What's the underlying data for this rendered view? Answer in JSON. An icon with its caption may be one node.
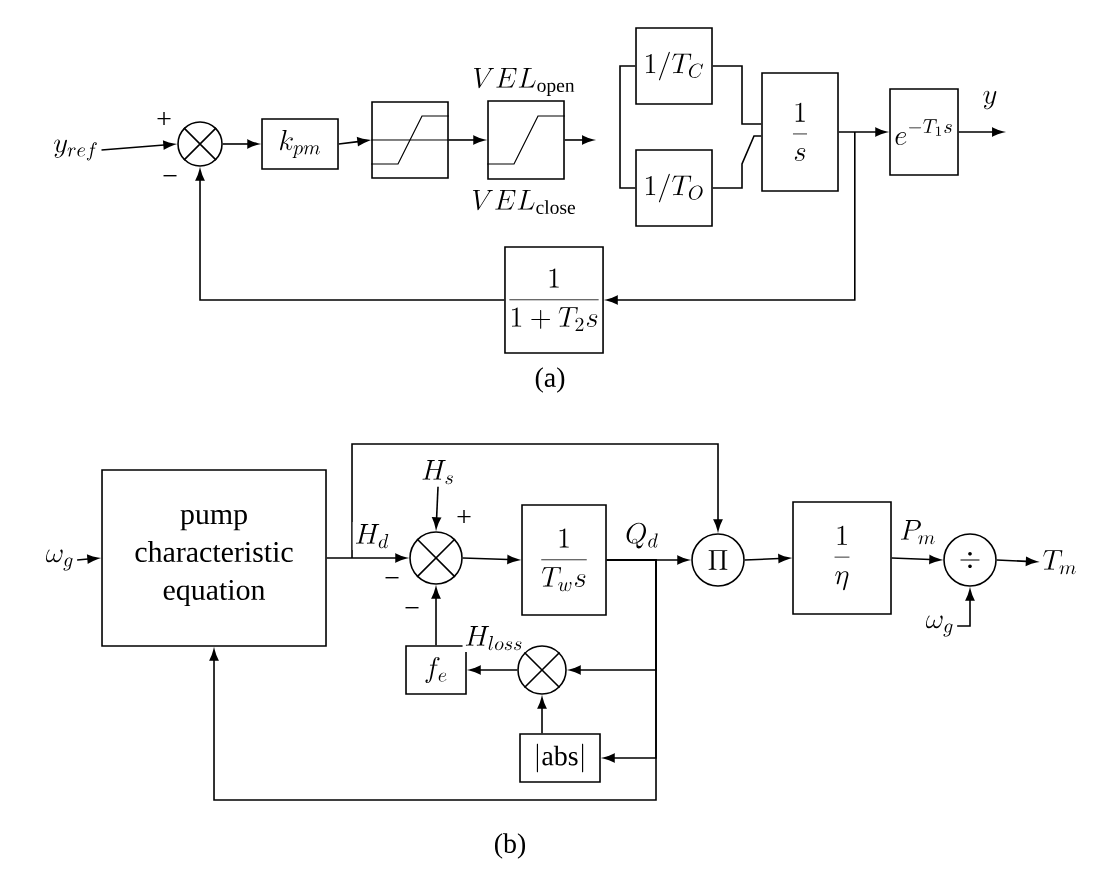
{
  "diagram": {
    "nodes": [
      {
        "text": [
          "y_{ref}"
        ]
      },
      {
        "text": [],
        "shape": "circle",
        "beside": [
          "+",
          "−"
        ]
      },
      {
        "text": [
          "k_{pm}"
        ]
      },
      {
        "text": [],
        "shape": "box"
      },
      {
        "text": [],
        "shape": "box",
        "beside": [
          "VEL_{\\mathrm{open}}",
          "VEL_{\\mathrm{close}}"
        ]
      },
      {
        "text": [
          "1/T_C"
        ]
      },
      {
        "text": [
          "1/T_O"
        ]
      },
      {
        "text": [
          "\\frac{1}{s}"
        ]
      },
      {
        "text": [
          "e^{-T_1 s}"
        ]
      },
      {
        "text": [
          "\\frac{1}{1+T_2 s}"
        ]
      },
      {
        "text": [
          "\\omega_g"
        ]
      },
      {
        "text": [
          "pump characteristic equation"
        ]
      },
      {
        "text": [],
        "shape": "circle",
        "beside": [
          "+",
          "−",
          "−"
        ]
      },
      {
        "text": [
          "\\frac{1}{T_w s}"
        ]
      },
      {
        "text": [
          "\\Pi"
        ]
      },
      {
        "text": [
          "\\frac{1}{\\eta}"
        ]
      },
      {
        "text": [
          "\\div"
        ]
      },
      {
        "text": [
          "T_m"
        ]
      },
      {
        "text": [
          "\\omega_g"
        ]
      },
      {
        "text": [
          "H_s"
        ]
      },
      {
        "text": [
          "f_e"
        ]
      },
      {
        "text": [],
        "shape": "circle"
      },
      {
        "text": [
          "|\\mathrm{abs}|"
        ]
      }
    ],
    "edges": [
      {
        "from": 0,
        "to": 1,
        "arrow": "to"
      },
      {
        "from": 1,
        "to": 2,
        "arrow": "to"
      },
      {
        "from": 2,
        "to": 3,
        "arrow": "to"
      },
      {
        "from": 3,
        "to": 4,
        "arrow": "to"
      },
      {
        "from": 4,
        "to": null,
        "arrow": "to"
      },
      {
        "from": 5,
        "to": 6,
        "arrow": "none"
      },
      {
        "from": 5,
        "to": 7,
        "arrow": "none"
      },
      {
        "from": 6,
        "to": 7,
        "arrow": "none"
      },
      {
        "from": 7,
        "to": 8,
        "arrow": "to"
      },
      {
        "from": 8,
        "to": null,
        "arrow": "to",
        "label": "y"
      },
      {
        "from": 7,
        "to": 9,
        "arrow": "to"
      },
      {
        "from": 9,
        "to": 1,
        "arrow": "to"
      },
      {
        "from": 10,
        "to": 11,
        "arrow": "to"
      },
      {
        "from": 11,
        "to": 12,
        "arrow": "to",
        "label": "H_d"
      },
      {
        "from": 11,
        "to": 14,
        "arrow": "to"
      },
      {
        "from": 19,
        "to": 12,
        "arrow": "to"
      },
      {
        "from": 12,
        "to": 13,
        "arrow": "to"
      },
      {
        "from": 13,
        "to": 14,
        "arrow": "to",
        "label": "Q_d"
      },
      {
        "from": 14,
        "to": 15,
        "arrow": "to"
      },
      {
        "from": 15,
        "to": 16,
        "arrow": "to",
        "label": "P_m"
      },
      {
        "from": 16,
        "to": 17,
        "arrow": "to"
      },
      {
        "from": 18,
        "to": 16,
        "arrow": "to"
      },
      {
        "from": 20,
        "to": 12,
        "arrow": "to",
        "label": "H_{loss}"
      },
      {
        "from": 21,
        "to": 20,
        "arrow": "to"
      },
      {
        "from": 22,
        "to": 21,
        "arrow": "to"
      },
      {
        "from": 13,
        "to": 21,
        "arrow": "to"
      },
      {
        "from": 13,
        "to": 22,
        "arrow": "to"
      },
      {
        "from": 13,
        "to": 11,
        "arrow": "to"
      }
    ],
    "labels": [
      "(a)",
      "(b)"
    ]
  }
}
